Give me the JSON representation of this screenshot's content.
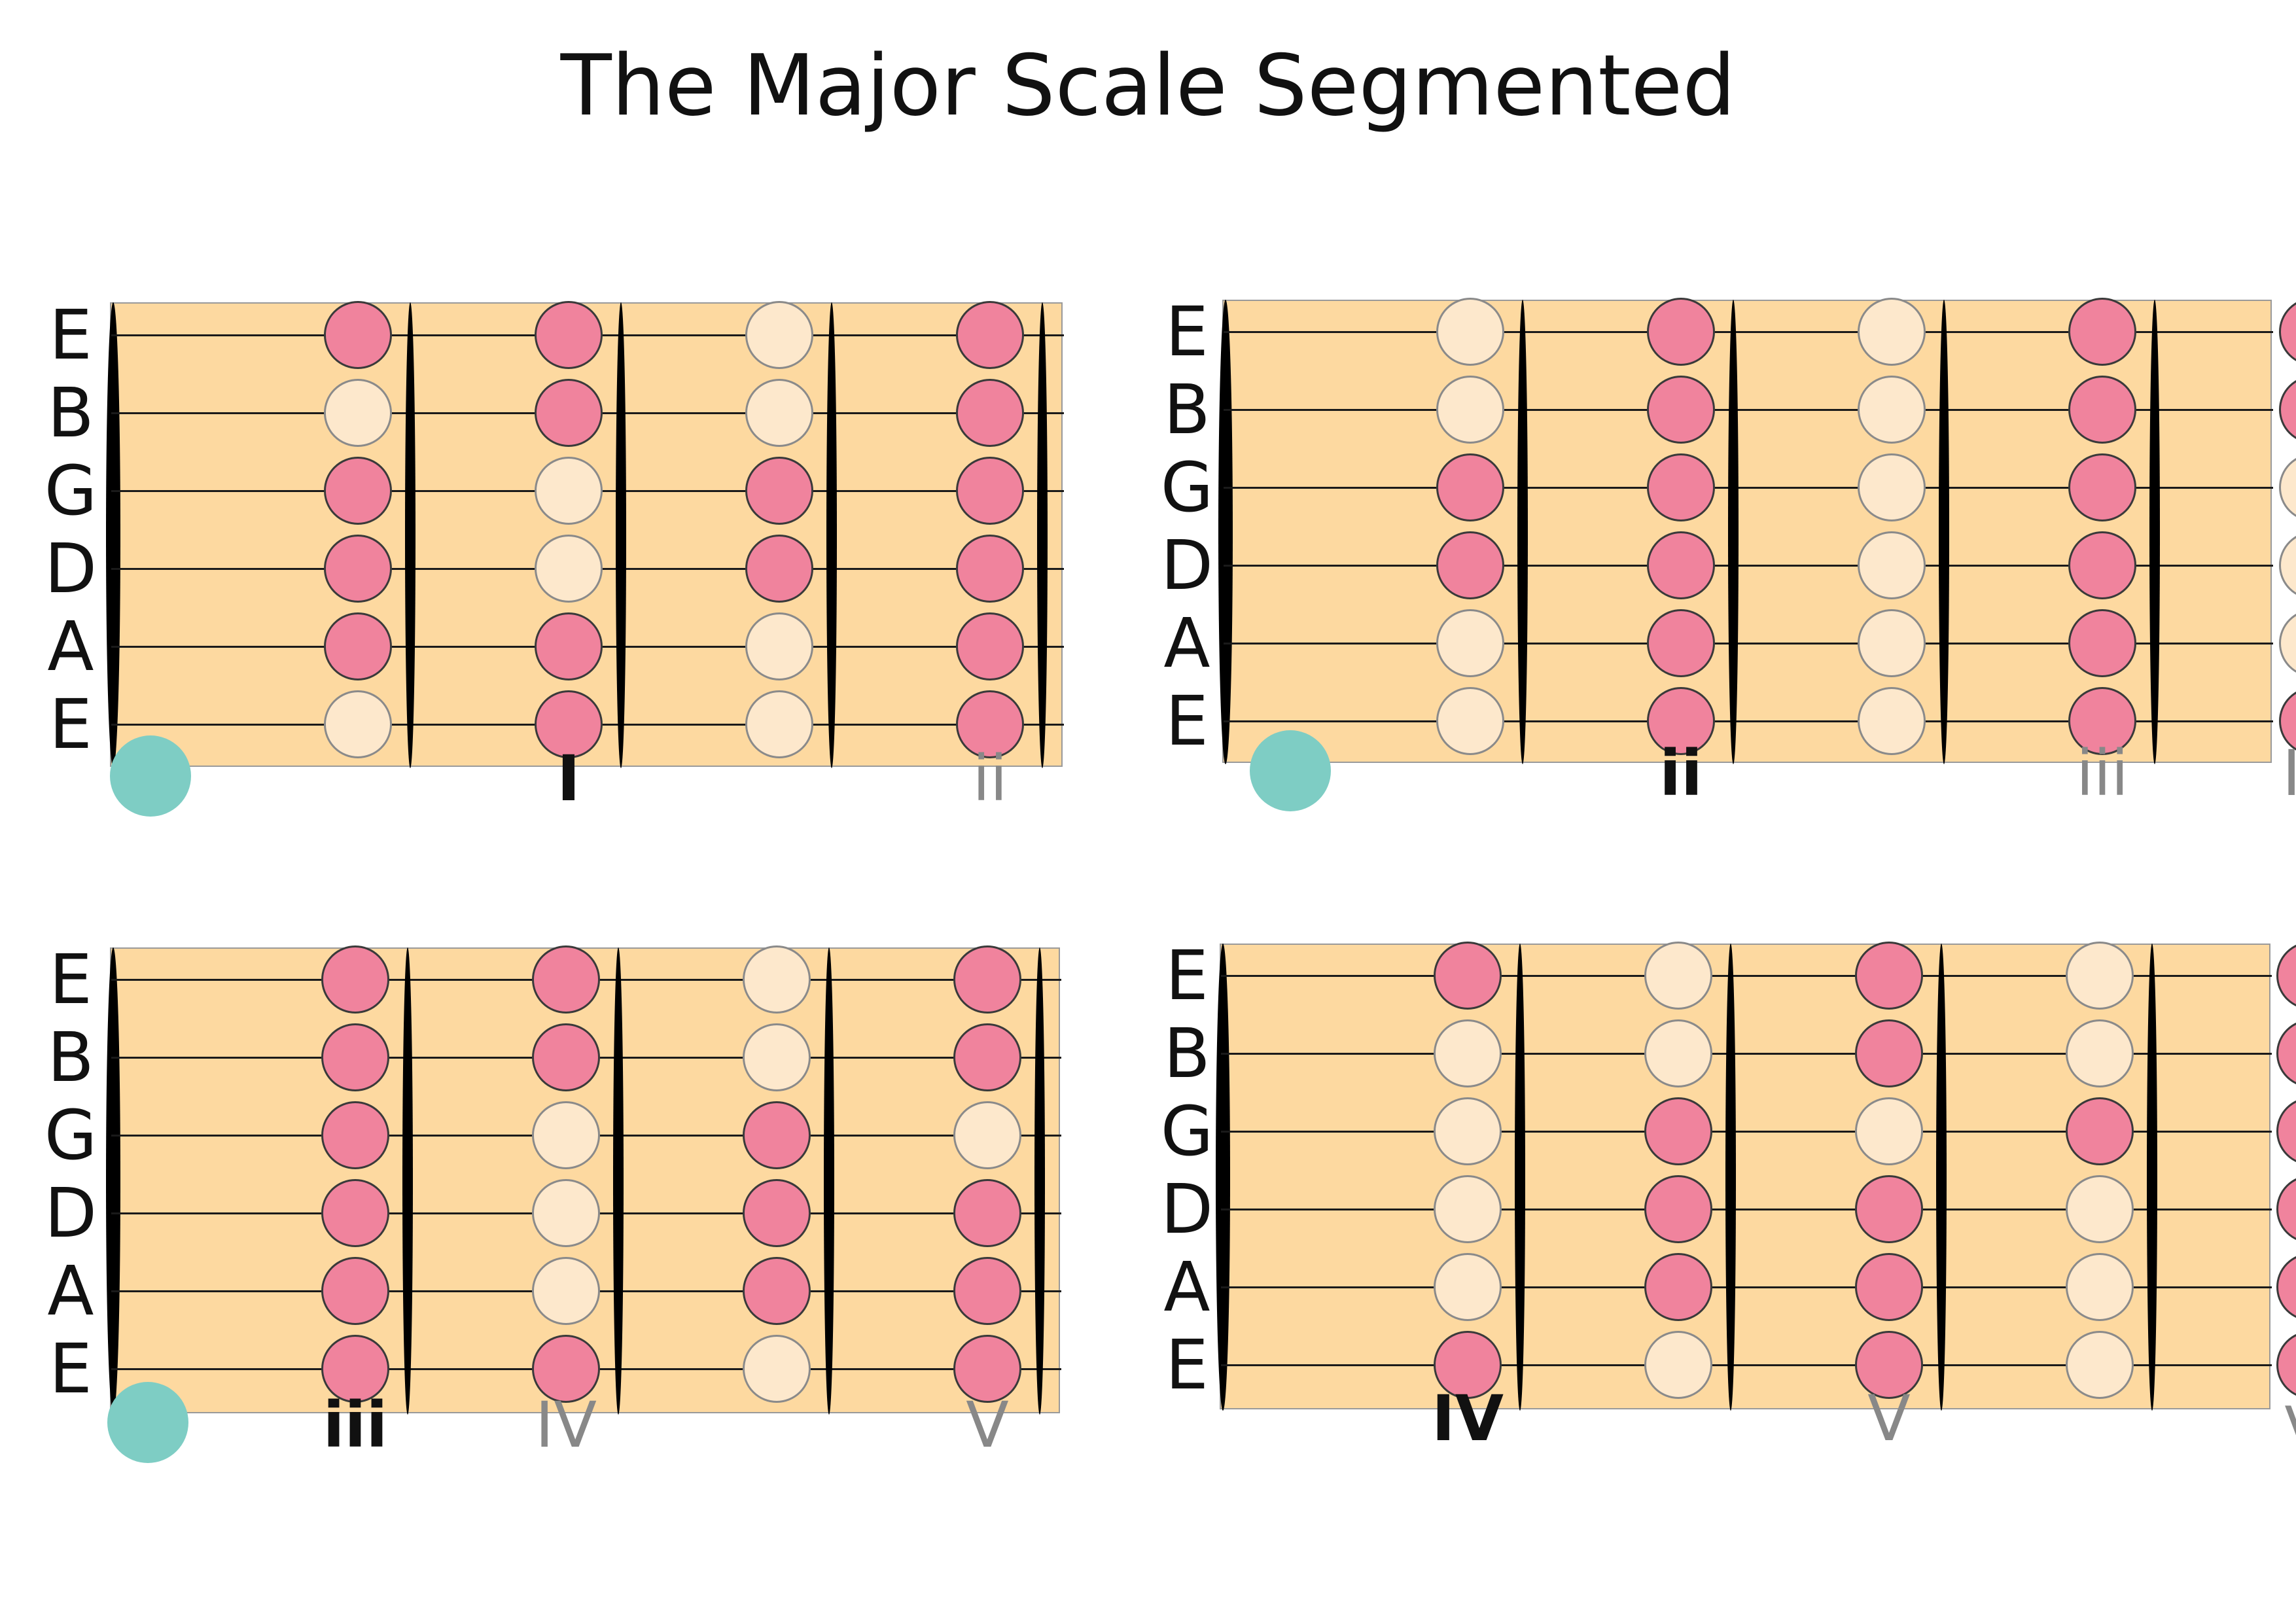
{
  "title": "The Major Scale Segmented",
  "colors": {
    "board": "#fdd9a0",
    "scale_note": "#f0839d",
    "other_note": "#fde8cc",
    "legend_dot": "#7ecdc4",
    "degree_dark": "#111111",
    "degree_gray": "#888888"
  },
  "diagrams": [
    {
      "strings": [
        "E",
        "B",
        "G",
        "D",
        "A",
        "E"
      ],
      "positions": [
        [
          true,
          false,
          true,
          true,
          true,
          false
        ],
        [
          true,
          true,
          false,
          false,
          true,
          true
        ],
        [
          false,
          false,
          true,
          true,
          false,
          false
        ],
        [
          true,
          true,
          true,
          true,
          true,
          true
        ]
      ],
      "degrees": [
        {
          "label": "I",
          "slot": 1,
          "tone": "dark"
        },
        {
          "label": "ii",
          "slot": 3,
          "tone": "gray"
        }
      ]
    },
    {
      "strings": [
        "E",
        "B",
        "G",
        "D",
        "A",
        "E"
      ],
      "positions": [
        [
          false,
          false,
          true,
          true,
          false,
          false
        ],
        [
          true,
          true,
          true,
          true,
          true,
          true
        ],
        [
          false,
          false,
          false,
          false,
          false,
          false
        ],
        [
          true,
          true,
          true,
          true,
          true,
          true
        ],
        [
          true,
          true,
          false,
          false,
          false,
          true
        ]
      ],
      "degrees": [
        {
          "label": "ii",
          "slot": 1,
          "tone": "dark"
        },
        {
          "label": "iii",
          "slot": 3,
          "tone": "gray"
        },
        {
          "label": "IV",
          "slot": 4,
          "tone": "gray"
        }
      ]
    },
    {
      "strings": [
        "E",
        "B",
        "G",
        "D",
        "A",
        "E"
      ],
      "positions": [
        [
          true,
          true,
          true,
          true,
          true,
          true
        ],
        [
          true,
          true,
          false,
          false,
          false,
          true
        ],
        [
          false,
          false,
          true,
          true,
          true,
          false
        ],
        [
          true,
          true,
          false,
          true,
          true,
          true
        ]
      ],
      "degrees": [
        {
          "label": "iii",
          "slot": 0,
          "tone": "dark"
        },
        {
          "label": "IV",
          "slot": 1,
          "tone": "gray"
        },
        {
          "label": "V",
          "slot": 3,
          "tone": "gray"
        }
      ]
    },
    {
      "strings": [
        "E",
        "B",
        "G",
        "D",
        "A",
        "E"
      ],
      "positions": [
        [
          true,
          false,
          false,
          false,
          false,
          true
        ],
        [
          false,
          false,
          true,
          true,
          true,
          false
        ],
        [
          true,
          true,
          false,
          true,
          true,
          true
        ],
        [
          false,
          false,
          true,
          false,
          false,
          false
        ],
        [
          true,
          true,
          true,
          true,
          true,
          true
        ]
      ],
      "degrees": [
        {
          "label": "IV",
          "slot": 0,
          "tone": "dark"
        },
        {
          "label": "V",
          "slot": 2,
          "tone": "gray"
        },
        {
          "label": "vi",
          "slot": 4,
          "tone": "gray"
        }
      ]
    }
  ]
}
